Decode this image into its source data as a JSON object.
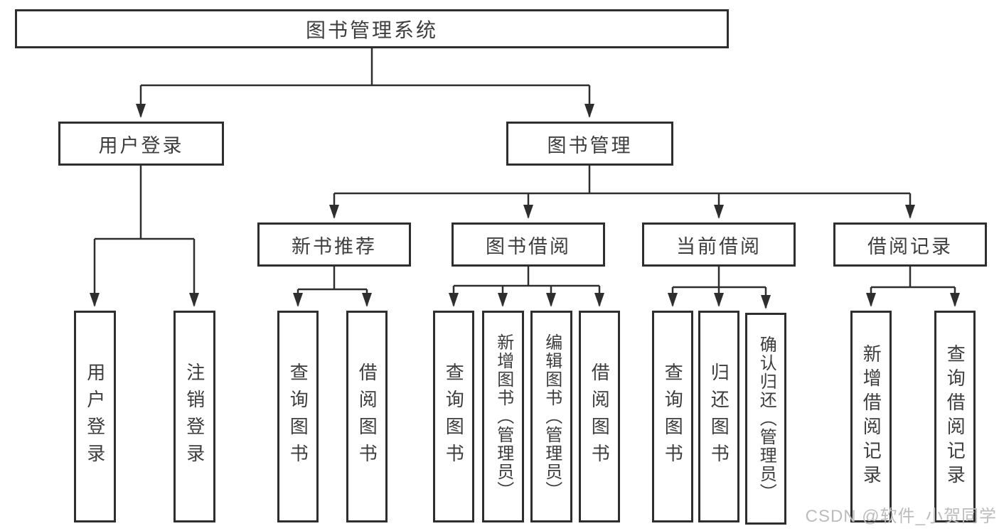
{
  "diagram": {
    "type": "hierarchy-tree",
    "colors": {
      "line": "#2e2e2e",
      "border": "#2e2e2e",
      "text": "#3d3d3d",
      "background": "#ffffff",
      "watermark": "#bcbcbc"
    },
    "tree": {
      "label": "图书管理系统",
      "children": [
        {
          "label": "用户登录",
          "children": [
            {
              "label": "用户登录"
            },
            {
              "label": "注销登录"
            }
          ]
        },
        {
          "label": "图书管理",
          "children": [
            {
              "label": "新书推荐",
              "children": [
                {
                  "label": "查询图书"
                },
                {
                  "label": "借阅图书"
                }
              ]
            },
            {
              "label": "图书借阅",
              "children": [
                {
                  "label": "查询图书"
                },
                {
                  "label": "新增图书（管理员）"
                },
                {
                  "label": "编辑图书（管理员）"
                },
                {
                  "label": "借阅图书"
                }
              ]
            },
            {
              "label": "当前借阅",
              "children": [
                {
                  "label": "查询图书"
                },
                {
                  "label": "归还图书"
                },
                {
                  "label": "确认归还（管理员）"
                }
              ]
            },
            {
              "label": "借阅记录",
              "children": [
                {
                  "label": "新增借阅记录"
                },
                {
                  "label": "查询借阅记录"
                }
              ]
            }
          ]
        }
      ]
    }
  },
  "watermark": "CSDN @软件_小贺同学"
}
